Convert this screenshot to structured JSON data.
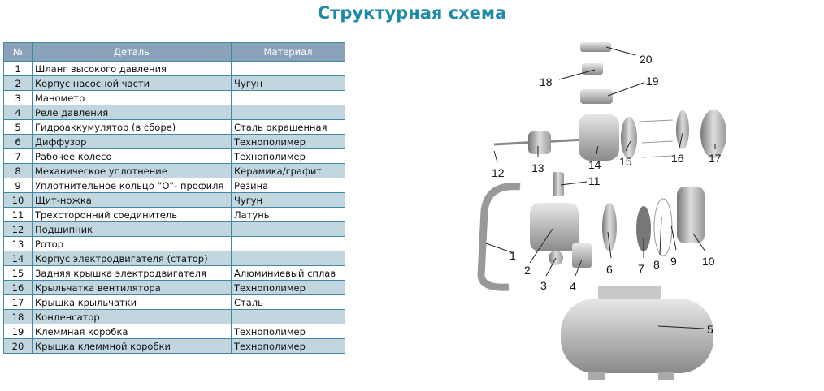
{
  "title": "Структурная схема",
  "table": {
    "headers": [
      "№",
      "Деталь",
      "Материал"
    ],
    "rows": [
      [
        "1",
        "Шланг высокого давления",
        ""
      ],
      [
        "2",
        "Корпус насосной части",
        "Чугун"
      ],
      [
        "3",
        "Манометр",
        ""
      ],
      [
        "4",
        "Реле давления",
        ""
      ],
      [
        "5",
        "Гидроаккумулятор (в сборе)",
        "Сталь окрашенная"
      ],
      [
        "6",
        "Диффузор",
        "Технополимер"
      ],
      [
        "7",
        "Рабочее колесо",
        "Технополимер"
      ],
      [
        "8",
        "Механическое уплотнение",
        "Керамика/графит"
      ],
      [
        "9",
        "Уплотнительное кольцо “O”- профиля",
        "Резина"
      ],
      [
        "10",
        "Щит-ножка",
        "Чугун"
      ],
      [
        "11",
        "Трехсторонний соединитель",
        "Латунь"
      ],
      [
        "12",
        "Подшипник",
        ""
      ],
      [
        "13",
        "Ротор",
        ""
      ],
      [
        "14",
        "Корпус электродвигателя (статор)",
        ""
      ],
      [
        "15",
        "Задняя крышка электродвигателя",
        "Алюминиевый сплав"
      ],
      [
        "16",
        "Крыльчатка вентилятора",
        "Технополимер"
      ],
      [
        "17",
        "Крышка крыльчатки",
        "Сталь"
      ],
      [
        "18",
        "Конденсатор",
        ""
      ],
      [
        "19",
        "Клеммная коробка",
        "Технополимер"
      ],
      [
        "20",
        "Крышка клеммной коробки",
        "Технополимер"
      ]
    ]
  },
  "diagram": {
    "labels": [
      "20",
      "18",
      "19",
      "12",
      "13",
      "14",
      "15",
      "16",
      "17",
      "11",
      "1",
      "2",
      "3",
      "4",
      "6",
      "7",
      "8",
      "9",
      "10",
      "5"
    ]
  }
}
